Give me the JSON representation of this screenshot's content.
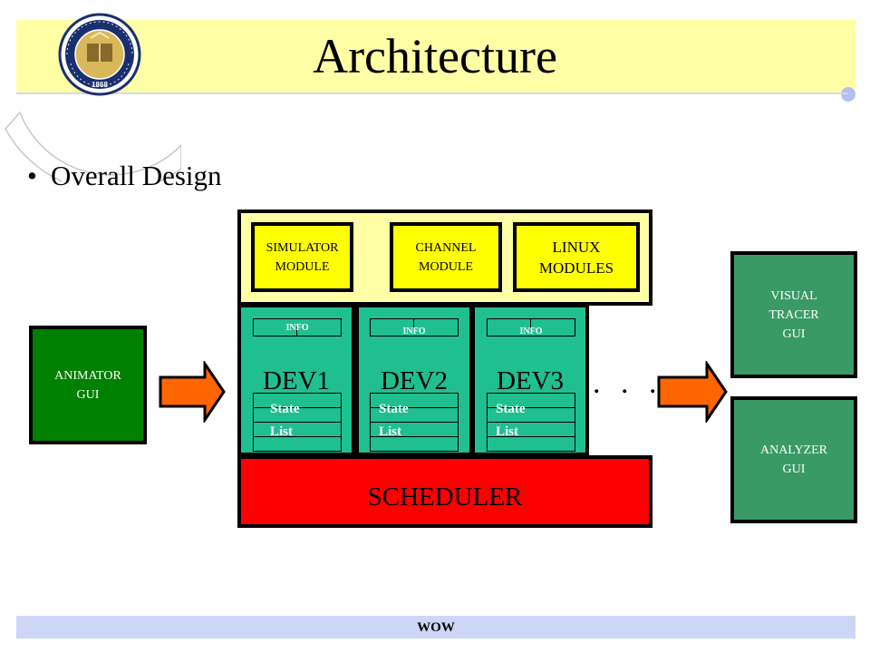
{
  "slide": {
    "title": "Architecture",
    "bullet": "Overall Design",
    "footer": "WOW"
  },
  "logo": {
    "kind": "university seal",
    "ring_text": "THE UNIVERSITY OF CALIFORNIA",
    "year": "1868"
  },
  "diagram": {
    "modules": [
      {
        "line1": "SIMULATOR",
        "line2": "MODULE"
      },
      {
        "line1": "CHANNEL",
        "line2": "MODULE"
      },
      {
        "line1": "LINUX",
        "line2": "MODULES"
      }
    ],
    "devices": [
      {
        "name": "DEV1",
        "info": "INFO",
        "list_line1": "State",
        "list_line2": "List"
      },
      {
        "name": "DEV2",
        "info": "INFO",
        "list_line1": "State",
        "list_line2": "List"
      },
      {
        "name": "DEV3",
        "info": "INFO",
        "list_line1": "State",
        "list_line2": "List"
      }
    ],
    "ellipsis": ". . .",
    "scheduler": "SCHEDULER",
    "animator": {
      "line1": "ANIMATOR",
      "line2": "GUI"
    },
    "visual_tracer": {
      "line1": "VISUAL",
      "line2": "TRACER",
      "line3": "GUI"
    },
    "analyzer": {
      "line1": "ANALYZER",
      "line2": "GUI"
    }
  },
  "colors": {
    "title_band": "#ffffa6",
    "module_fill": "#ffff00",
    "device_fill": "#1fbf8f",
    "scheduler_fill": "#ff0000",
    "animator_fill": "#008000",
    "gui_fill": "#3a9a66",
    "arrow_fill": "#ff6600",
    "footer_band": "#ccd6f7"
  }
}
